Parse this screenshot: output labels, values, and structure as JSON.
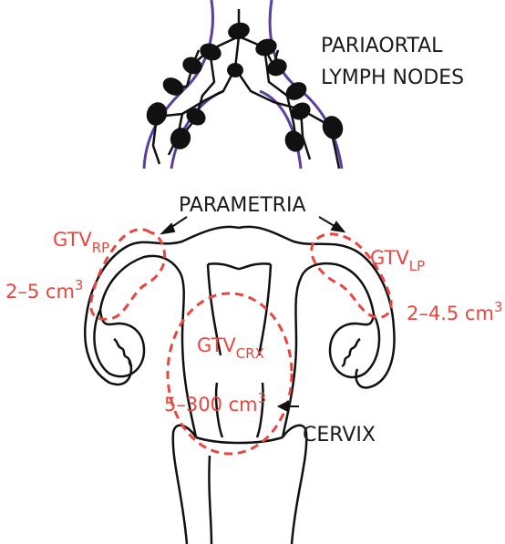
{
  "labels": {
    "pariaortal_line1": "PARIAORTAL",
    "pariaortal_line2": "LYMPH NODES",
    "parametria": "PARAMETRIA",
    "cervix": "CERVIX",
    "gtv_rp_main": "GTV",
    "gtv_rp_sub": "RP",
    "gtv_lp_main": "GTV",
    "gtv_lp_sub": "LP",
    "gtv_crx_main": "GTV",
    "gtv_crx_sub": "CRX",
    "vol_rp": "2–5 cm",
    "vol_lp": "2–4.5 cm",
    "vol_crx": "5–300 cm",
    "cube": "3"
  },
  "colors": {
    "outline": "#111111",
    "vessel": "#5b3f9e",
    "gtv": "#e8473f"
  }
}
